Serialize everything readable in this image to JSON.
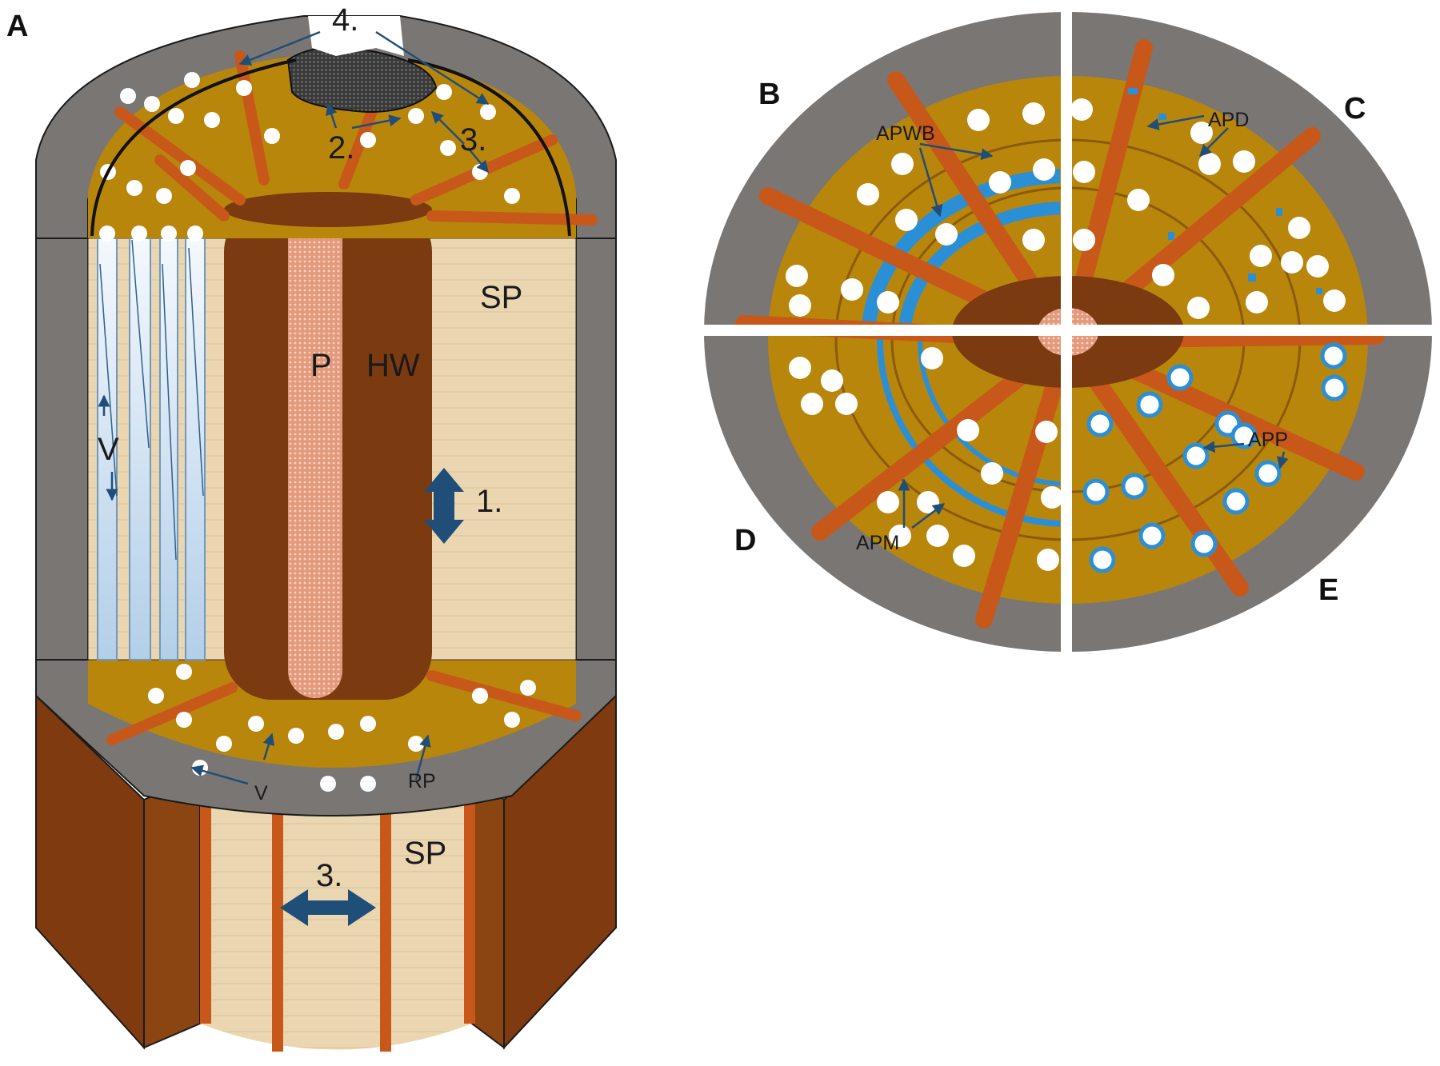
{
  "panels": {
    "a": "A",
    "b": "B",
    "c": "C",
    "d": "D",
    "e": "E"
  },
  "labels": {
    "n1": "1.",
    "n2": "2.",
    "n3_top": "3.",
    "n3_bottom": "3.",
    "n4": "4.",
    "p": "P",
    "hw": "HW",
    "sp_top": "SP",
    "sp_bottom": "SP",
    "v_top": "V",
    "v_bottom": "V",
    "rp": "RP",
    "apwb": "APWB",
    "apd": "APD",
    "apm": "APM",
    "app": "APP"
  },
  "colors": {
    "bark": "#7a7674",
    "cambium_zone": "#b8860b",
    "ray": "#c8581a",
    "heartwood": "#7b3a10",
    "pith": "#e9a98a",
    "sapwood": "#ead6b0",
    "vessel": "#ffffff",
    "occlusion": "#2b8fd6",
    "arrow": "#1f4e79",
    "outer_wood": "#7f3a0f"
  }
}
